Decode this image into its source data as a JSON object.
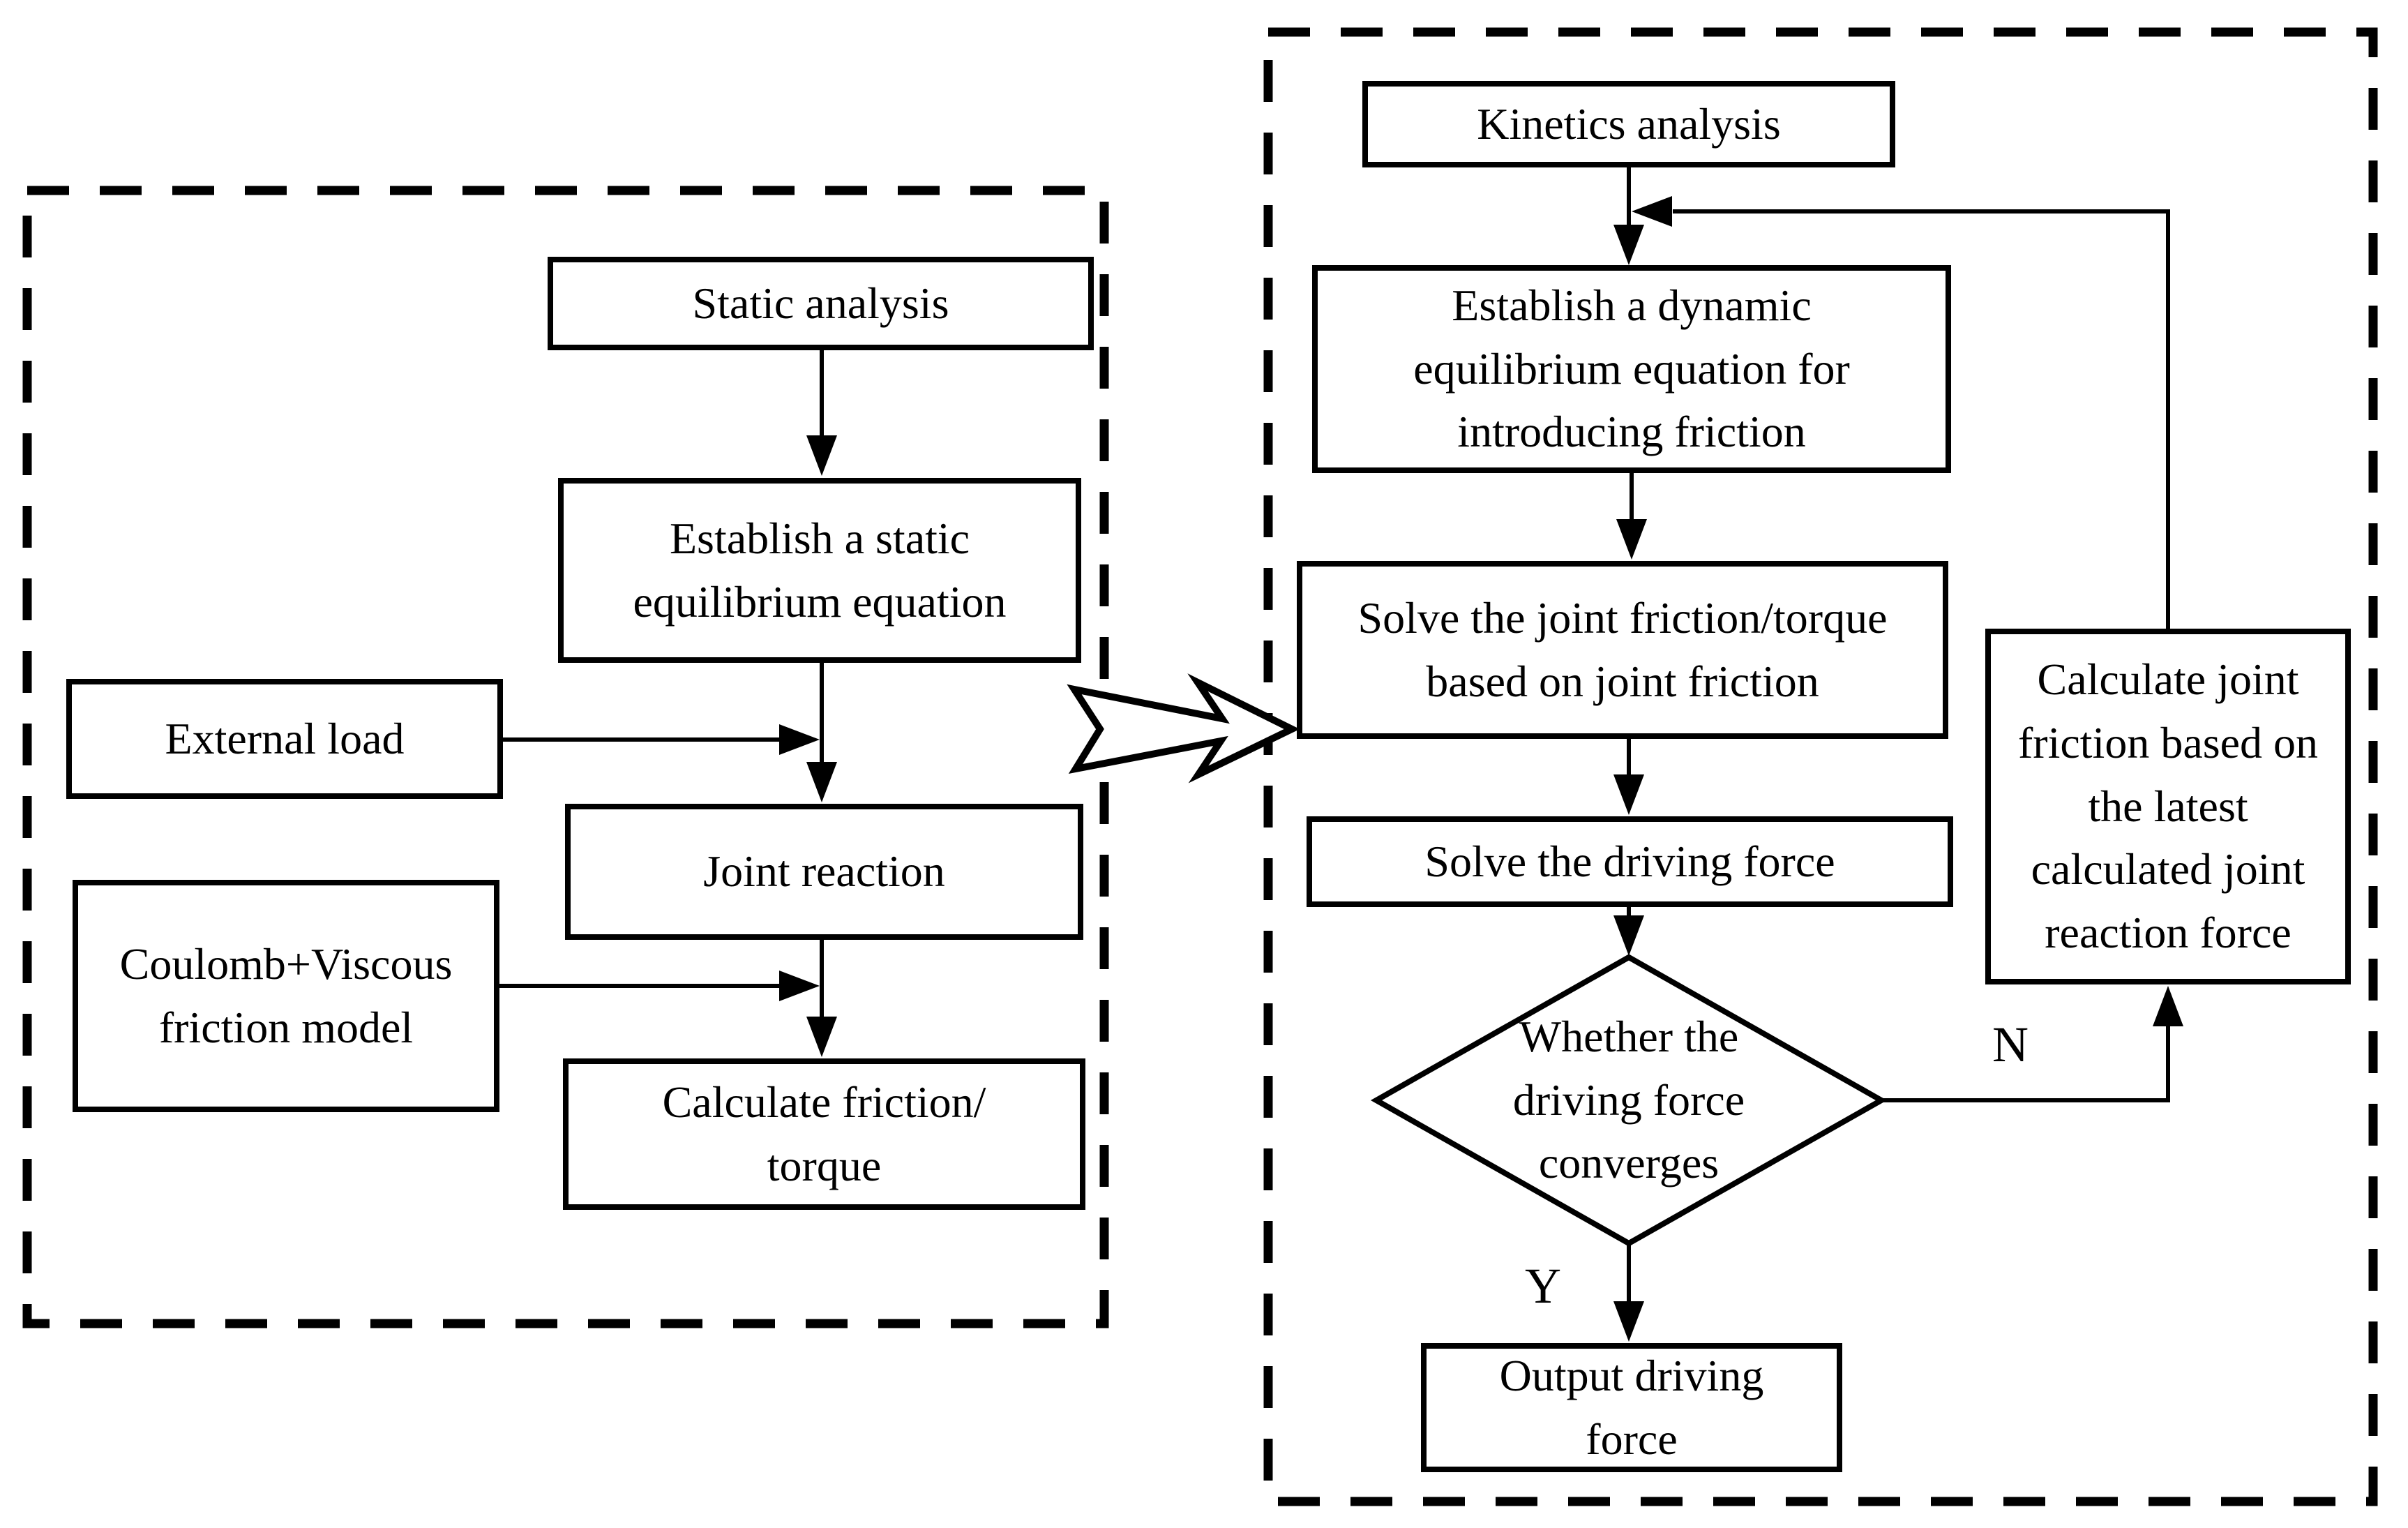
{
  "figure": {
    "colors": {
      "ink": "#000000",
      "background": "#ffffff"
    },
    "left_panel": {
      "nodes": {
        "static_analysis": "Static analysis",
        "establish_static": "Establish a static\nequilibrium equation",
        "external_load": "External load",
        "joint_reaction": "Joint reaction",
        "coulomb_viscous": "Coulomb+Viscous\nfriction model",
        "calculate_friction": "Calculate friction/\ntorque"
      }
    },
    "right_panel": {
      "nodes": {
        "kinetics_analysis": "Kinetics analysis",
        "establish_dynamic": "Establish a dynamic\nequilibrium equation for\nintroducing friction",
        "solve_joint_friction": "Solve the joint friction/torque\nbased on joint friction",
        "solve_driving_force": "Solve the driving force",
        "converge_decision": "Whether the\ndriving force\nconverges",
        "calculate_joint_friction": "Calculate joint\nfriction based on\nthe latest\ncalculated joint\nreaction force",
        "output_driving_force": "Output driving\nforce"
      },
      "labels": {
        "no": "N",
        "yes": "Y"
      }
    }
  }
}
